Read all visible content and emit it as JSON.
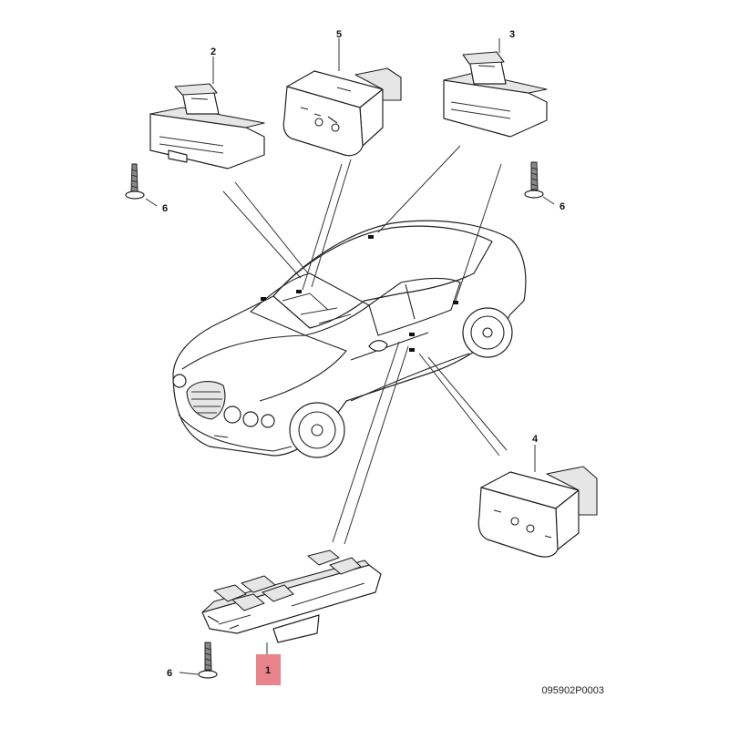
{
  "diagram": {
    "reference_code": "095902P0003",
    "callouts": {
      "c1": "1",
      "c2": "2",
      "c3": "3",
      "c4": "4",
      "c5": "5",
      "c6a": "6",
      "c6b": "6",
      "c6c": "6"
    },
    "highlighted_callout": "1",
    "highlight_color": "#e8838a"
  }
}
